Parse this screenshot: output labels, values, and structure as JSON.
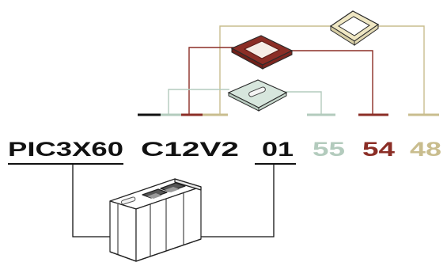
{
  "product_code": {
    "segments": [
      {
        "text": "PIC3X60",
        "underlined": true,
        "color": "#111111"
      },
      {
        "text": "C12V2",
        "underlined": false,
        "color": "#111111"
      },
      {
        "text": "01",
        "underlined": true,
        "color": "#111111"
      },
      {
        "text": "55",
        "underlined": false,
        "color": "#b3cbbd"
      },
      {
        "text": "54",
        "underlined": false,
        "color": "#8b2e26"
      },
      {
        "text": "48",
        "underlined": false,
        "color": "#c9bd8e"
      }
    ]
  },
  "colors": {
    "black_line": "#111111",
    "mint_line": "#b3cbbd",
    "rust_line": "#8b2e26",
    "sand_line": "#c9bd8e",
    "mint_fill": "#d7e6dd",
    "rust_fill": "#8b2e26",
    "sand_fill": "#efe7c3"
  },
  "icons": {
    "frame_top": "square-frame-tilted-icon",
    "frame_middle": "square-frame-rust-icon",
    "plate_bottom": "cover-plate-icon",
    "box": "triple-gang-box-icon"
  }
}
